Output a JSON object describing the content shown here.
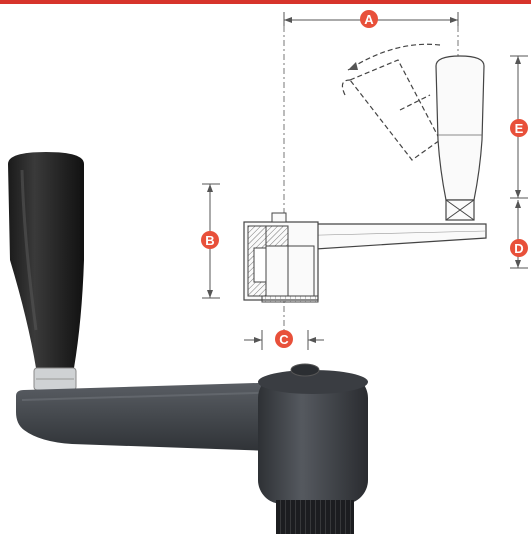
{
  "colors": {
    "accent": "#e8503a",
    "top_bar": "#d7342b",
    "knob": "#2a2a2a",
    "arm": "#4a4d52"
  },
  "dimensions": {
    "a": "A",
    "b": "B",
    "c": "C",
    "d": "D",
    "e": "E"
  }
}
